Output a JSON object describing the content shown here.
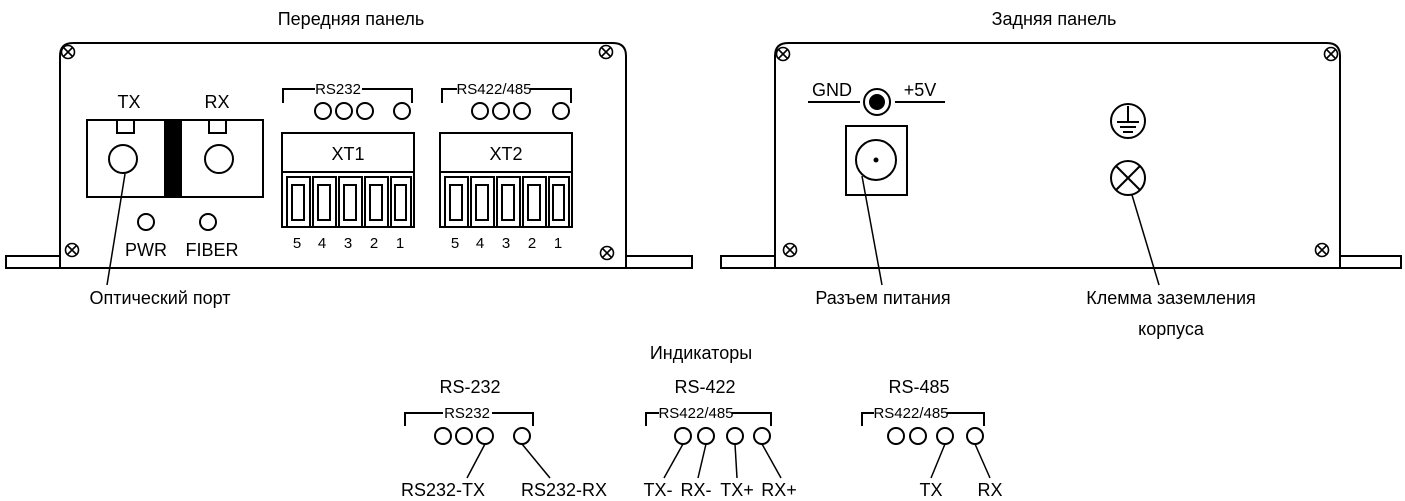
{
  "front_panel": {
    "title": "Передняя панель",
    "optical": {
      "tx": "TX",
      "rx": "RX",
      "pwr": "PWR",
      "fiber": "FIBER",
      "callout": "Оптический порт"
    },
    "rs232_group": "RS232",
    "rs422_group": "RS422/485",
    "xt1": "XT1",
    "xt2": "XT2",
    "pins": [
      "5",
      "4",
      "3",
      "2",
      "1"
    ]
  },
  "rear_panel": {
    "title": "Задняя панель",
    "gnd": "GND",
    "plus5v": "+5V",
    "power_callout": "Разъем питания",
    "ground_callout_line1": "Клемма заземления",
    "ground_callout_line2": "корпуса"
  },
  "indicators": {
    "title": "Индикаторы",
    "rs232": {
      "heading": "RS-232",
      "group": "RS232",
      "tx": "RS232-TX",
      "rx": "RS232-RX"
    },
    "rs422": {
      "heading": "RS-422",
      "group": "RS422/485",
      "tx_minus": "TX-",
      "rx_minus": "RX-",
      "tx_plus": "TX+",
      "rx_plus": "RX+"
    },
    "rs485": {
      "heading": "RS-485",
      "group": "RS422/485",
      "tx": "TX",
      "rx": "RX"
    }
  }
}
